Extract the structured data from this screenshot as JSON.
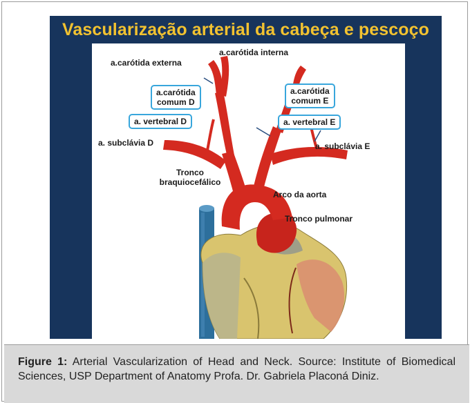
{
  "slide": {
    "title": "Vascularização arterial da cabeça e pescoço"
  },
  "labels": {
    "carotida_interna": "a.carótida interna",
    "carotida_externa": "a.carótida externa",
    "carotida_comum_d_line1": "a.carótida",
    "carotida_comum_d_line2": "comum D",
    "carotida_comum_e_line1": "a.carótida",
    "carotida_comum_e_line2": "comum E",
    "vertebral_d": "a. vertebral D",
    "vertebral_e": "a. vertebral E",
    "subclavia_d": "a. subclávia D",
    "subclavia_e": "a. subclávia E",
    "tronco_line1": "Tronco",
    "tronco_line2": "braquiocefálico",
    "arco_aorta": "Arco da aorta",
    "tronco_pulmonar": "Tronco pulmonar"
  },
  "caption": {
    "figure_label": "Figure 1:",
    "text": "Arterial Vascularization of Head and Neck. Source: Institute of Biomedical Sciences, USP Department of Anatomy Profa. Dr. Gabriela Placoná Diniz."
  },
  "colors": {
    "slide_background": "#17345c",
    "title_color": "#f2c230",
    "callout_border": "#38a6dc",
    "artery_red": "#d42a20",
    "heart_yellow": "#d9c46e",
    "vein_blue": "#2d6f9c",
    "caption_background": "#d9d9d9"
  }
}
